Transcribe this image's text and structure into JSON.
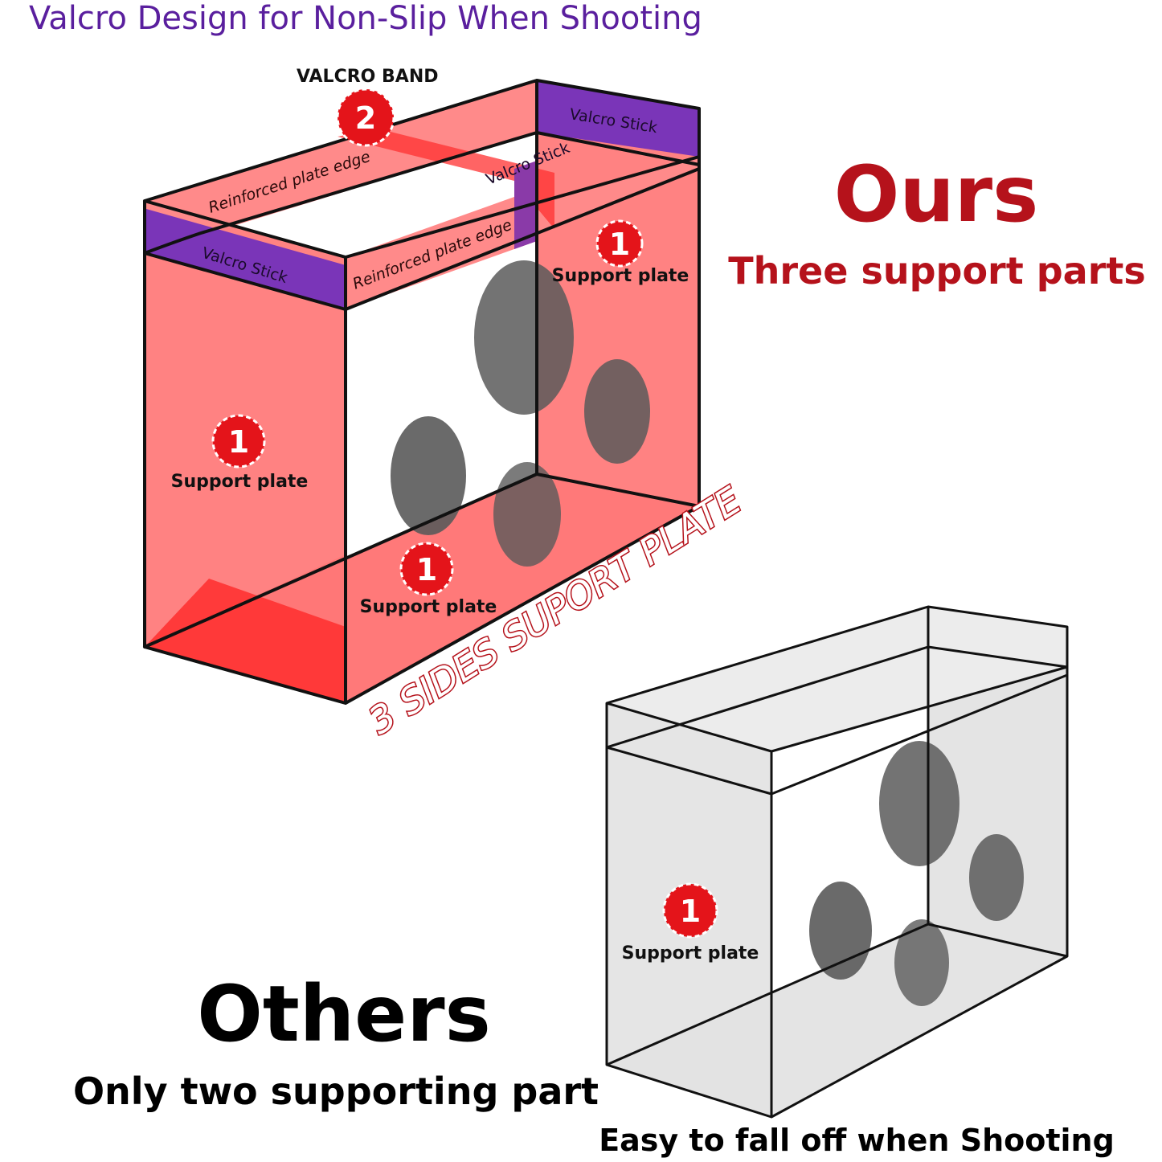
{
  "header": {
    "title": "Valcro Design for Non-Slip When Shooting"
  },
  "ours": {
    "heading": "Ours",
    "subheading": "Three support parts",
    "band_label": "VALCRO BAND",
    "band_number": "2",
    "plate_number": "1",
    "support_label": "Support plate",
    "reinforced_edge_label": "Reinforced plate edge",
    "valcro_stick_label": "Valcro Stick",
    "sides_caption": "3 SIDES SUPORT PLATE"
  },
  "others": {
    "heading": "Others",
    "subheading": "Only two supporting part",
    "plate_number": "1",
    "support_label": "Support plate",
    "caption": "Easy to fall off when Shooting"
  },
  "colors": {
    "title_purple": "#5a1f9e",
    "brand_red": "#b5121b",
    "plate_pink": "#ff7b7b",
    "plate_red": "#ff3b3b",
    "valcro_purple": "#7a35b8",
    "badge_red": "#e4141a",
    "gray_box": "#e4e4e4",
    "target_gray": "#5a5a5a"
  }
}
